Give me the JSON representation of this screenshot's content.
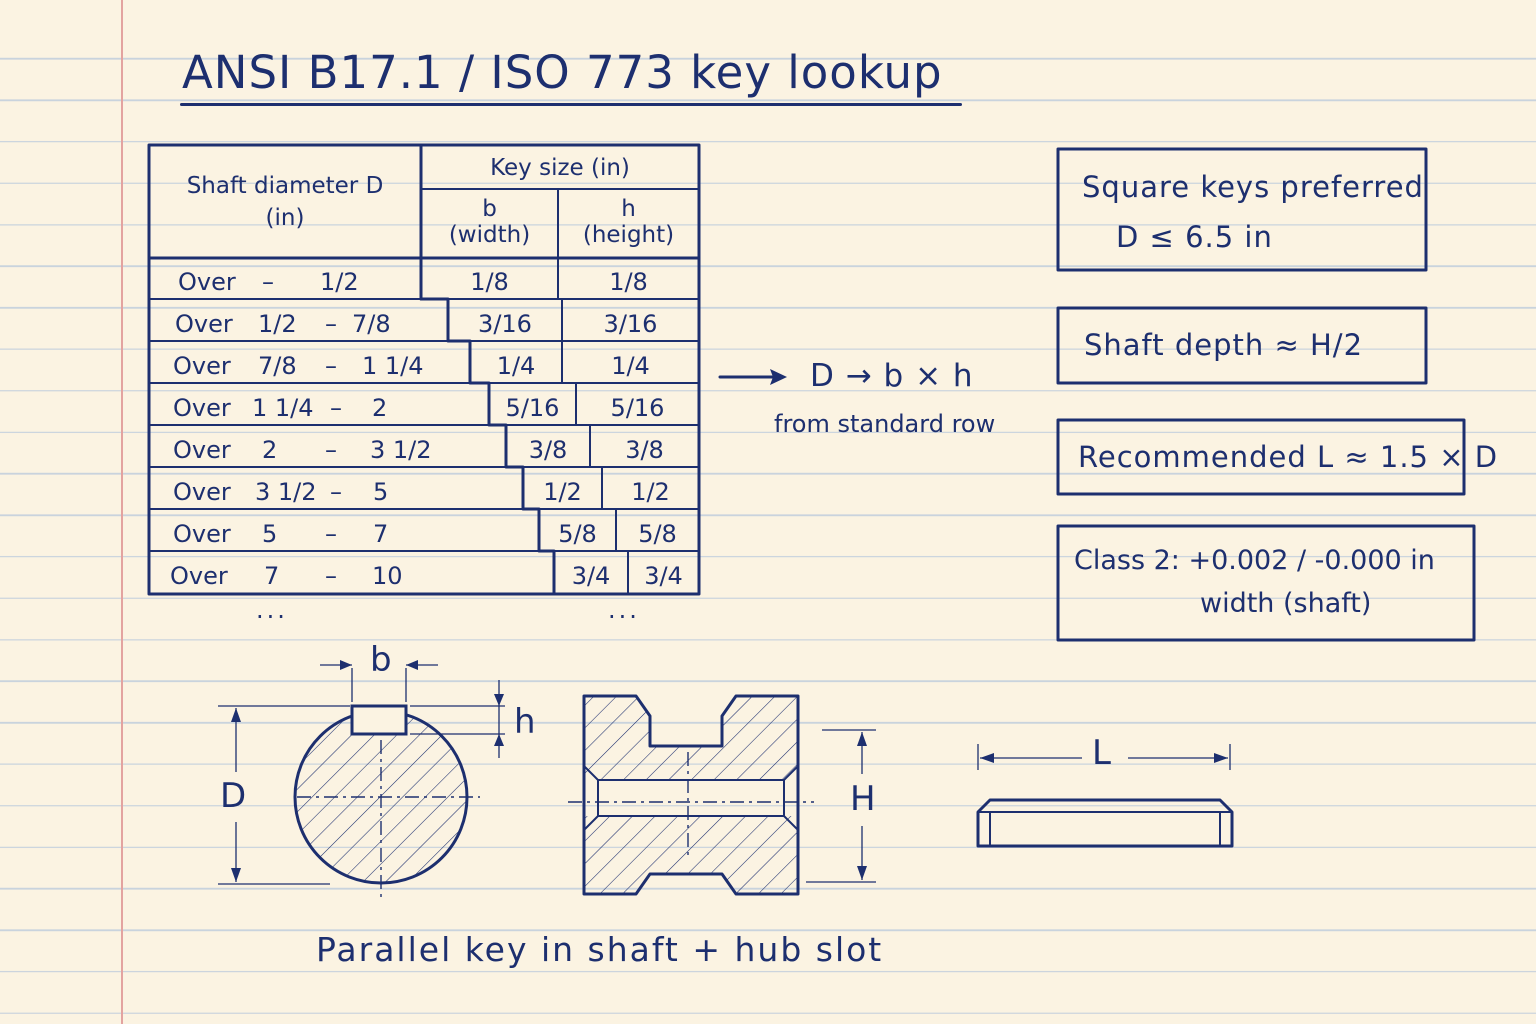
{
  "title": "ANSI B17.1 / ISO 773 key lookup",
  "table": {
    "col_shaft_header_line1": "Shaft diameter D",
    "col_shaft_header_line2": "(in)",
    "key_size_header": "Key size (in)",
    "col_b_header": "b",
    "col_b_sub": "(width)",
    "col_h_header": "h",
    "col_h_sub": "(height)",
    "rows": [
      {
        "over": "Over",
        "from": "–",
        "dash": "",
        "to": "1/2",
        "b": "1/8",
        "h": "1/8"
      },
      {
        "over": "Over",
        "from": "1/2",
        "dash": "–",
        "to": "7/8",
        "b": "3/16",
        "h": "3/16"
      },
      {
        "over": "Over",
        "from": "7/8",
        "dash": "–",
        "to": "1 1/4",
        "b": "1/4",
        "h": "1/4"
      },
      {
        "over": "Over",
        "from": "1 1/4",
        "dash": "–",
        "to": "2",
        "b": "5/16",
        "h": "5/16"
      },
      {
        "over": "Over",
        "from": "2",
        "dash": "–",
        "to": "3 1/2",
        "b": "3/8",
        "h": "3/8"
      },
      {
        "over": "Over",
        "from": "3 1/2",
        "dash": "–",
        "to": "5",
        "b": "1/2",
        "h": "1/2"
      },
      {
        "over": "Over",
        "from": "5",
        "dash": "–",
        "to": "7",
        "b": "5/8",
        "h": "5/8"
      },
      {
        "over": "Over",
        "from": "7",
        "dash": "–",
        "to": "10",
        "b": "3/4",
        "h": "3/4"
      }
    ],
    "ellipsis_left": "...",
    "ellipsis_right": "..."
  },
  "mapping": {
    "formula": "D → b × h",
    "subtitle": "from standard row"
  },
  "notes": {
    "square_keys_line1": "Square keys preferred",
    "square_keys_line2": "D ≤ 6.5 in",
    "shaft_depth": "Shaft depth ≈ H/2",
    "recommended_length": "Recommended L ≈ 1.5 × D",
    "class2_line1": "Class 2: +0.002 / -0.000 in",
    "class2_line2": "width (shaft)"
  },
  "sketch": {
    "label_b": "b",
    "label_h": "h",
    "label_D": "D",
    "label_H": "H",
    "label_L": "L",
    "caption": "Parallel key in shaft + hub slot"
  }
}
